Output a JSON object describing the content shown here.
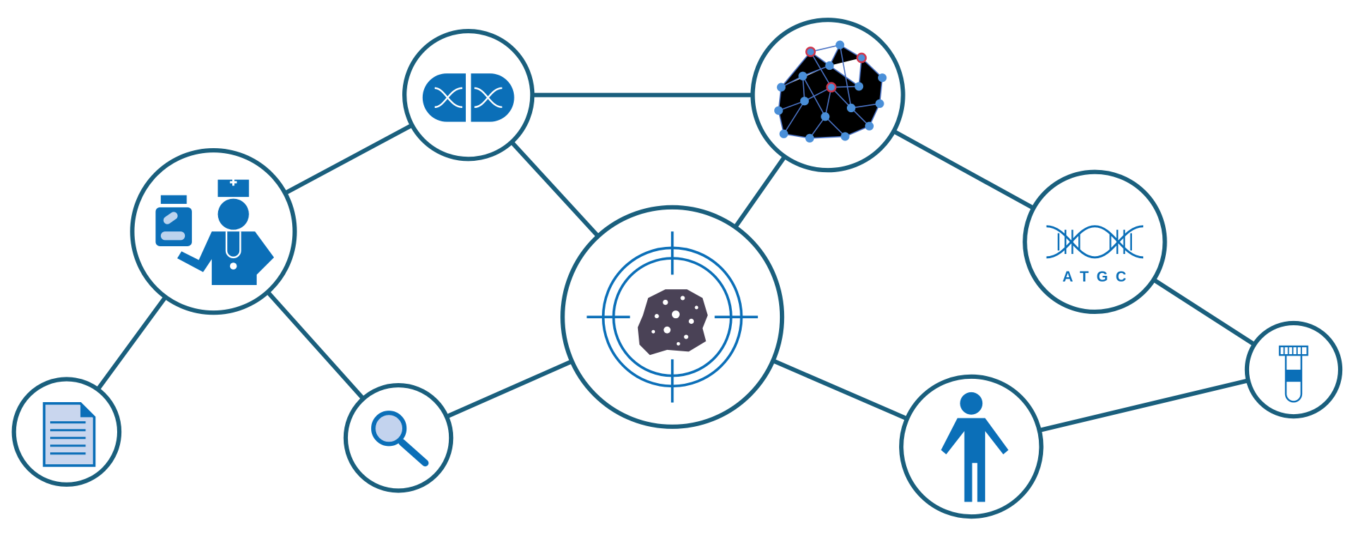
{
  "diagram": {
    "colors": {
      "connector": "#1a5f7d",
      "icon": "#0b6fb8",
      "tumor": "#4a4256",
      "highlight_node": "#d0354a"
    },
    "nodes": [
      {
        "id": "document",
        "icon": "document-icon"
      },
      {
        "id": "doctor",
        "icon": "doctor-with-pill-bottle-icon"
      },
      {
        "id": "search",
        "icon": "magnifier-icon"
      },
      {
        "id": "dna-capsule",
        "icon": "dna-capsule-icon"
      },
      {
        "id": "target",
        "icon": "tumor-target-icon"
      },
      {
        "id": "network",
        "icon": "network-graph-icon"
      },
      {
        "id": "sequencing",
        "icon": "dna-helix-icon",
        "label": "ATGC"
      },
      {
        "id": "patient",
        "icon": "person-icon"
      },
      {
        "id": "sample",
        "icon": "test-tube-icon"
      }
    ],
    "edges": [
      [
        "document",
        "doctor"
      ],
      [
        "doctor",
        "dna-capsule"
      ],
      [
        "doctor",
        "search"
      ],
      [
        "dna-capsule",
        "network"
      ],
      [
        "dna-capsule",
        "target"
      ],
      [
        "search",
        "target"
      ],
      [
        "target",
        "network"
      ],
      [
        "target",
        "patient"
      ],
      [
        "network",
        "sequencing"
      ],
      [
        "sequencing",
        "sample"
      ],
      [
        "patient",
        "sample"
      ]
    ]
  }
}
